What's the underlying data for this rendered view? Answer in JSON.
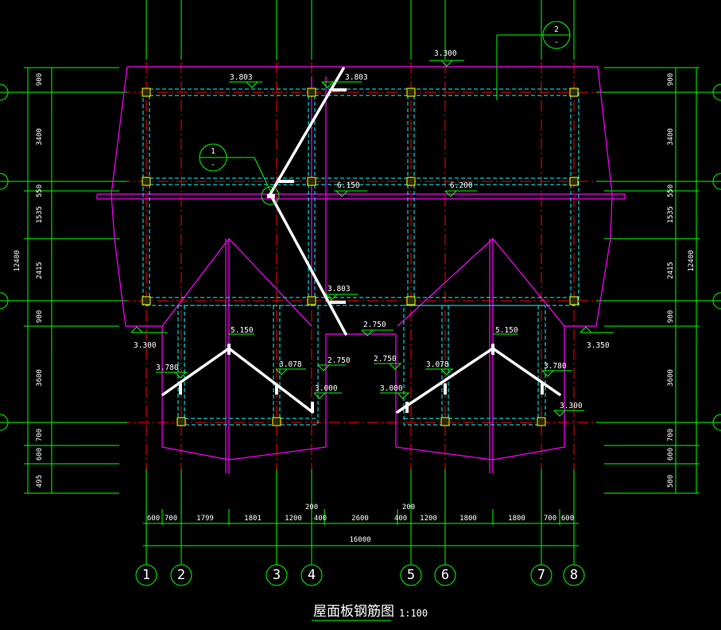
{
  "title": "屋面板钢筋图",
  "scale": "1:100",
  "colors": {
    "background": "#000000",
    "grid": "#00ff00",
    "outline": "#ff00ff",
    "beam": "#00ffff",
    "axis_red": "#ff0000",
    "column": "#ffff00",
    "rebar": "#ffffff"
  },
  "axes_bottom": [
    "1",
    "2",
    "3",
    "4",
    "5",
    "6",
    "7",
    "8"
  ],
  "dims_bottom_segments": [
    "600",
    "700",
    "1799",
    "1801",
    "1200",
    "400",
    "2600",
    "400",
    "1200",
    "1800",
    "1800",
    "700",
    "600"
  ],
  "dims_bottom_extra": [
    "200",
    "200"
  ],
  "dim_total_bottom": "16000",
  "dims_left": [
    "900",
    "3400",
    "550",
    "1535",
    "2415",
    "900",
    "3600",
    "700",
    "600",
    "495"
  ],
  "dim_total_left": "12400",
  "dims_right": [
    "900",
    "3400",
    "550",
    "1535",
    "2415",
    "900",
    "3600",
    "700",
    "600",
    "500"
  ],
  "dim_total_right": "12400",
  "levels": [
    "3.300",
    "3.803",
    "3.803",
    "6.150",
    "6.200",
    "3.803",
    "2.750",
    "5.150",
    "5.150",
    "3.780",
    "3.078",
    "2.750",
    "2.750",
    "3.000",
    "3.000",
    "3.078",
    "3.780",
    "3.300",
    "3.300",
    "3.350"
  ],
  "detail_marks": [
    {
      "number": "1",
      "sub": "-"
    },
    {
      "number": "2",
      "sub": "-"
    }
  ]
}
